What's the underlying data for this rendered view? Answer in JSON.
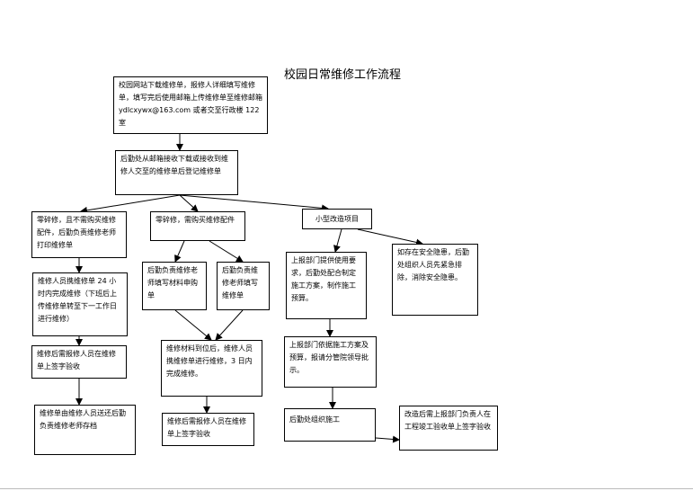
{
  "title": "校园日常维修工作流程",
  "nodes": {
    "n1": "校园网站下载维修单，报修人详细填写维修单，填写完后使用邮箱上传维修单至维修邮箱 ydlcxywx@163.com 或者交至行政楼 122 室",
    "n2": "后勤处从邮箱接收下载或接收到维修人交至的维修单后登记维修单",
    "n3": "零碎修，且不需购买维修配件，后勤负责维修老师打印维修单",
    "n4": "零碎修，需购买维修配件",
    "n5": "小型改造项目",
    "n6": "维修人员携维修单 24 小时内完成维修（下班后上传维修单转至下一工作日进行维修）",
    "n7": "后勤负责维修老师填写材料申购单",
    "n8": "后勤负责维修老师填写维修单",
    "n9": "上报部门提供使用要求，后勤处配合制定施工方案，制作施工预算。",
    "n10": "如存在安全隐患，后勤处组织人员先紧急排除，消除安全隐患。",
    "n11": "维修后需报修人员在维修单上签字验收",
    "n12": "维修材料到位后，维修人员携维修单进行维修，3 日内完成维修。",
    "n13": "上报部门依据施工方案及预算，报请分管院领导批示。",
    "n14": "维修单由维修人员送还后勤负责维修老师存档",
    "n15": "维修后需报修人员在维修单上签字验收",
    "n16": "后勤处组织施工",
    "n17": "改造后需上报部门负责人在工程竣工验收单上签字验收"
  }
}
